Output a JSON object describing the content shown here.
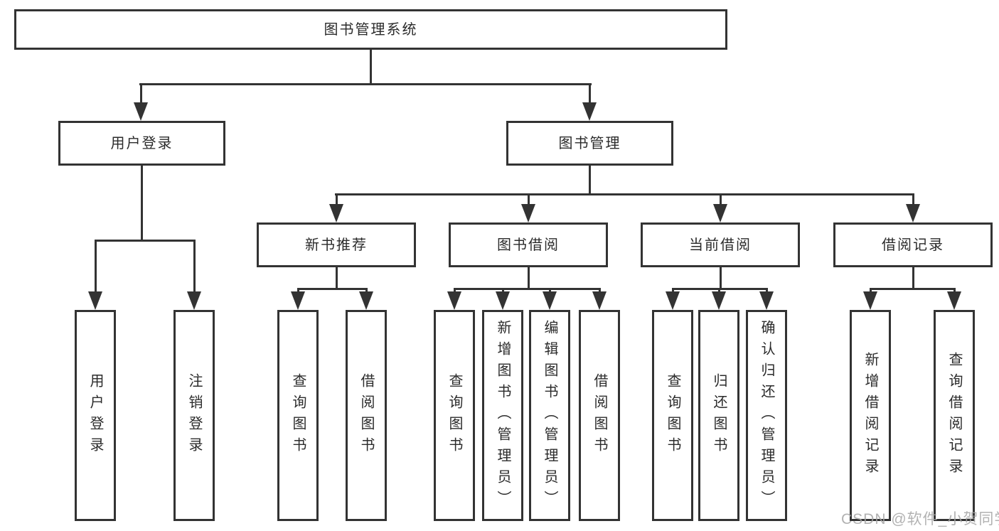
{
  "diagram": {
    "root": {
      "label": "图书管理系统"
    },
    "level2": [
      {
        "label": "用户登录",
        "children": [
          {
            "label": "用户登录"
          },
          {
            "label": "注销登录"
          }
        ]
      },
      {
        "label": "图书管理",
        "children": [
          {
            "label": "新书推荐",
            "children": [
              {
                "label": "查询图书"
              },
              {
                "label": "借阅图书"
              }
            ]
          },
          {
            "label": "图书借阅",
            "children": [
              {
                "label": "查询图书"
              },
              {
                "label": "新增图书（管理员）"
              },
              {
                "label": "编辑图书（管理员）"
              },
              {
                "label": "借阅图书"
              }
            ]
          },
          {
            "label": "当前借阅",
            "children": [
              {
                "label": "查询图书"
              },
              {
                "label": "归还图书"
              },
              {
                "label": "确认归还（管理员）"
              }
            ]
          },
          {
            "label": "借阅记录",
            "children": [
              {
                "label": "新增借阅记录"
              },
              {
                "label": "查询借阅记录"
              }
            ]
          }
        ]
      }
    ],
    "colors": {
      "line": "#333333",
      "box_background": "#ffffff",
      "text": "#2b2b2b",
      "watermark": "#a5a5a5"
    }
  },
  "watermark": {
    "text": "CSDN @软件_小贺同学"
  }
}
